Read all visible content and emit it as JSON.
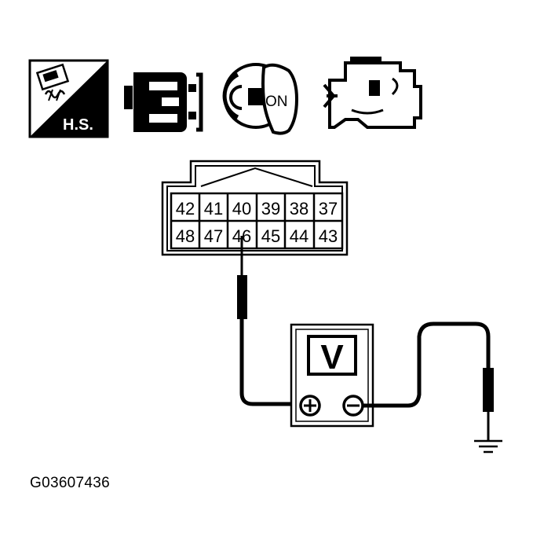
{
  "icons": {
    "hs_label": "H.S.",
    "ignition_label": "ON"
  },
  "connector": {
    "top_row": [
      "42",
      "41",
      "40",
      "39",
      "38",
      "37"
    ],
    "bottom_row": [
      "48",
      "47",
      "46",
      "45",
      "44",
      "43"
    ]
  },
  "meter": {
    "display": "V"
  },
  "figure_code": "G03607436"
}
